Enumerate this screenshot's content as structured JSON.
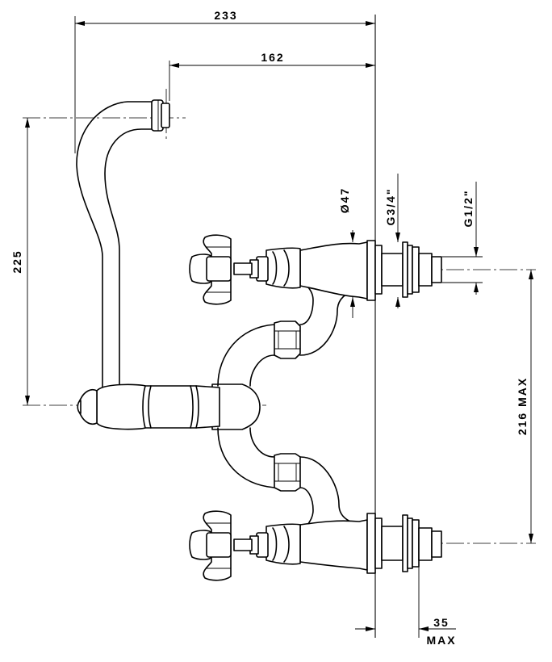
{
  "dimensions": {
    "overall_width": "233",
    "spout_width": "162",
    "spout_height": "225",
    "flange_diameter": "Ø47",
    "thread_outer": "G3/4\"",
    "thread_inner": "G1/2\"",
    "inlet_spacing": "216 MAX",
    "projection_value": "35",
    "projection_suffix": "MAX"
  }
}
